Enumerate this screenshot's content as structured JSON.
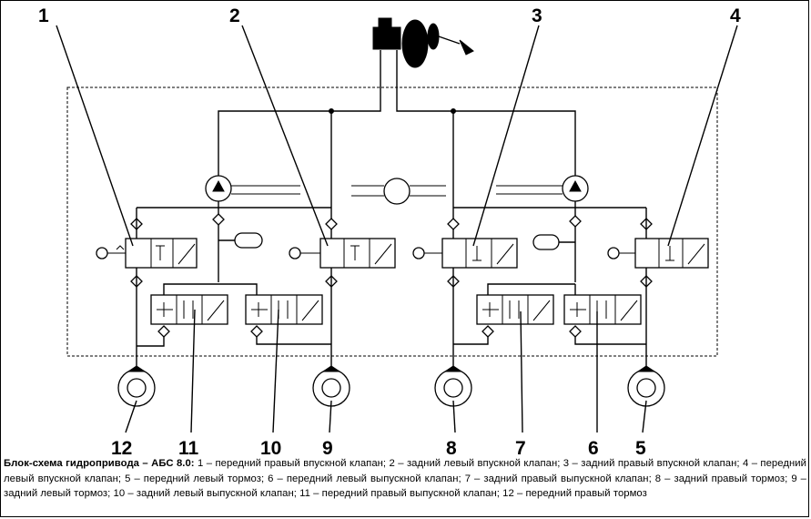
{
  "labels": [
    "1",
    "2",
    "3",
    "4",
    "5",
    "6",
    "7",
    "8",
    "9",
    "10",
    "11",
    "12"
  ],
  "caption": {
    "title": "Блок-схема гидропривода – АБС 8.0:",
    "text": " 1 – передний правый впускной клапан; 2 – задний левый впускной клапан; 3 – задний правый впускной клапан; 4 – передний левый впускной клапан; 5 – передний левый тормоз; 6 – передний левый выпускной клапан; 7 – задний правый выпускной клапан; 8 – задний правый тормоз; 9 – задний левый тормоз; 10 – задний левый выпускной клапан; 11 – передний правый выпускной клапан; 12 – передний правый тормоз"
  }
}
